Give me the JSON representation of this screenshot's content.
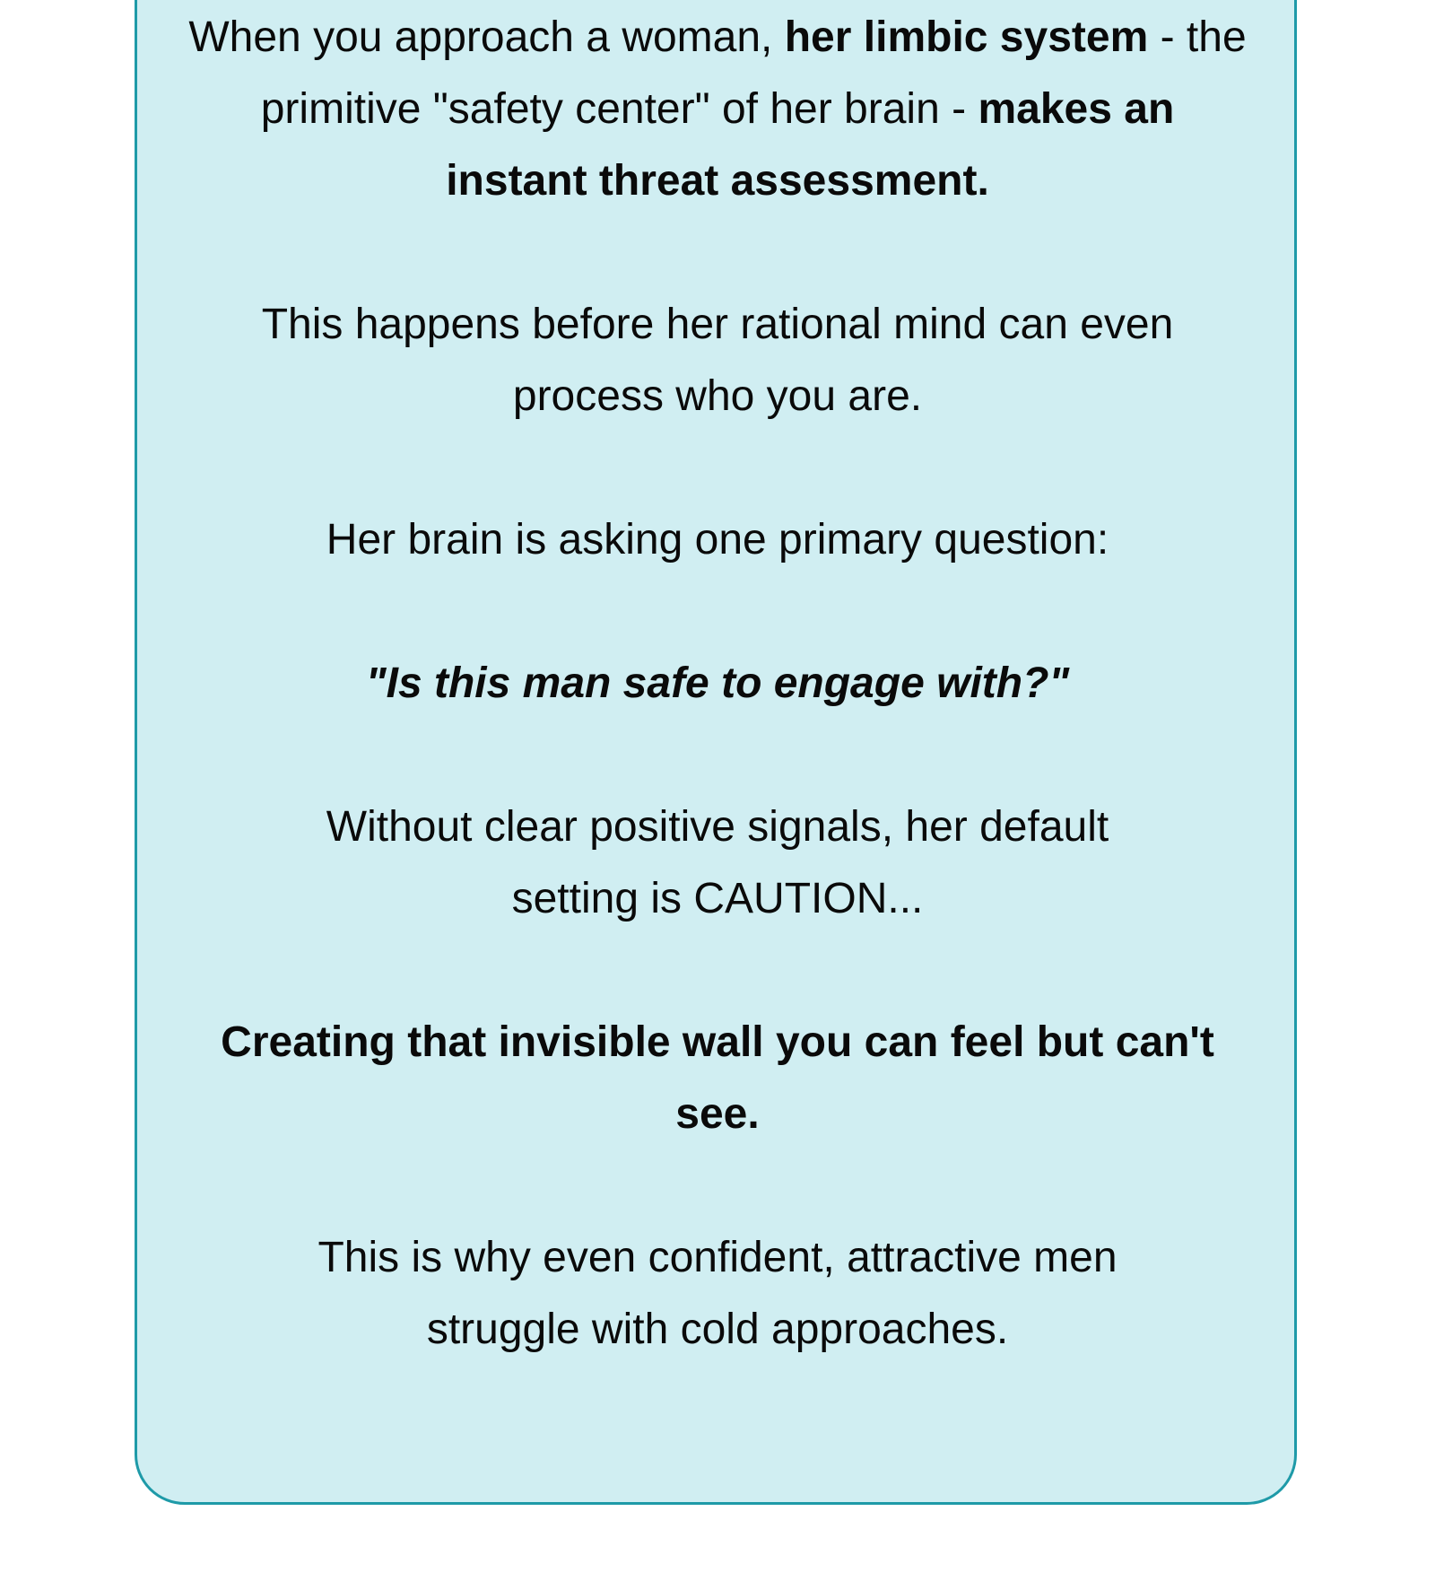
{
  "callout": {
    "border_color": "#1e9aa8",
    "background_color": "#d0eef2",
    "paragraphs": [
      {
        "p1_a": "When you approach a woman, ",
        "p1_b": "her limbic system",
        "p1_c": " - the primitive \"safety center\" of her brain - ",
        "p1_d": "makes an instant threat assessment."
      },
      {
        "text": "This happens before her rational mind can even process who you are."
      },
      {
        "text": "Her brain is asking one primary question:"
      },
      {
        "text": "\"Is this man safe to engage with?\""
      },
      {
        "text": "Without clear positive signals, her default setting is CAUTION..."
      },
      {
        "text": "Creating that invisible wall you can feel but can't see."
      },
      {
        "text": "This is why even confident, attractive men struggle with cold approaches."
      }
    ]
  }
}
